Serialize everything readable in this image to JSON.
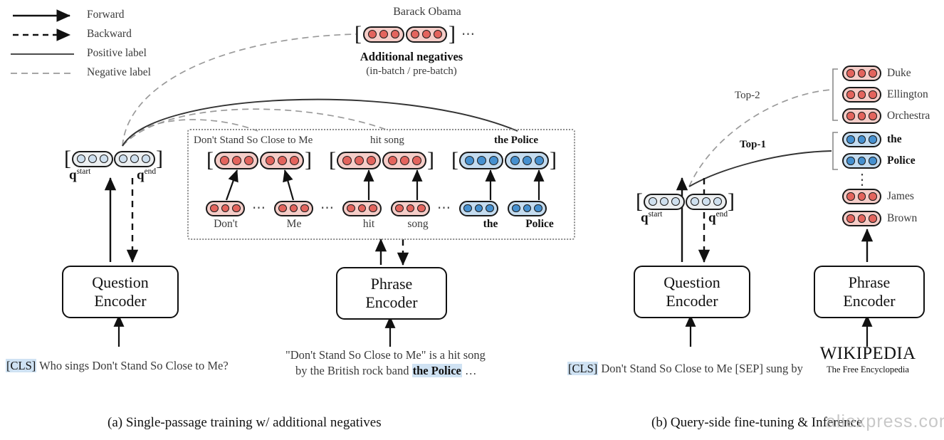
{
  "legend": {
    "items": [
      {
        "label": "Forward",
        "style": "solid-arrow",
        "color": "#111111"
      },
      {
        "label": "Backward",
        "style": "dashed-arrow",
        "color": "#111111"
      },
      {
        "label": "Positive label",
        "style": "solid-line",
        "color": "#333333"
      },
      {
        "label": "Negative label",
        "style": "dashed-line",
        "color": "#9a9a9a"
      }
    ]
  },
  "colors": {
    "red_fill": "#f6cdc8",
    "red_dot": "#e3645d",
    "blue_fill": "#c4dcf0",
    "blue_dot": "#4690cf",
    "pale_fill": "#eceff1",
    "pale_dot": "#cfe0ef",
    "highlight": "#cfe2f3",
    "negative_line": "#9a9a9a",
    "positive_line": "#333333"
  },
  "negatives": {
    "title": "Barack Obama",
    "caption": "Additional negatives",
    "subcaption": "(in-batch / pre-batch)",
    "ellipsis": "⋯",
    "open_bracket": "[",
    "close_bracket": "]"
  },
  "panel_a": {
    "caption": "(a) Single-passage training w/ additional negatives",
    "question_encoder": {
      "line1": "Question",
      "line2": "Encoder"
    },
    "phrase_encoder": {
      "line1": "Phrase",
      "line2": "Encoder"
    },
    "query_vector": {
      "open_bracket": "[",
      "close_bracket": "]",
      "start_label": "q",
      "start_sup": "start",
      "end_label": "q",
      "end_sup": "end"
    },
    "question_text": {
      "cls": "[CLS]",
      "rest": "Who sings Don't Stand So Close to Me?"
    },
    "passage_text": {
      "line1": "\"Don't Stand So Close to Me\" is a hit song",
      "line2_pre": "by the British rock band ",
      "line2_hl": "the Police",
      "line2_post": " …"
    },
    "phrase_groups": [
      {
        "title": "Don't Stand So Close to Me",
        "title_bold": false,
        "color": "red",
        "open_bracket": "[",
        "close_bracket": "]",
        "tokens": [
          {
            "word": "Don't",
            "bold": false
          },
          {
            "word": "Me",
            "bold": false
          }
        ],
        "inner_ellipsis": "⋯"
      },
      {
        "title": "hit song",
        "title_bold": false,
        "color": "red",
        "open_bracket": "[",
        "close_bracket": "]",
        "tokens": [
          {
            "word": "hit",
            "bold": false
          },
          {
            "word": "song",
            "bold": false
          }
        ],
        "inner_ellipsis": ""
      },
      {
        "title": "the Police",
        "title_bold": true,
        "color": "blue",
        "open_bracket": "[",
        "close_bracket": "]",
        "tokens": [
          {
            "word": "the",
            "bold": true
          },
          {
            "word": "Police",
            "bold": true
          }
        ],
        "inner_ellipsis": ""
      }
    ],
    "between_group_ellipsis": "⋯"
  },
  "panel_b": {
    "caption": "(b) Query-side fine-tuning & Inference",
    "question_encoder": {
      "line1": "Question",
      "line2": "Encoder"
    },
    "phrase_encoder": {
      "line1": "Phrase",
      "line2": "Encoder"
    },
    "query_vector": {
      "open_bracket": "[",
      "close_bracket": "]",
      "start_label": "q",
      "start_sup": "start",
      "end_label": "q",
      "end_sup": "end"
    },
    "question_text": {
      "cls": "[CLS]",
      "rest": "Don't Stand So Close to Me [SEP] sung by"
    },
    "rank_labels": [
      {
        "text": "Top-2",
        "bold": false,
        "kind": "negative"
      },
      {
        "text": "Top-1",
        "bold": true,
        "kind": "positive"
      }
    ],
    "results": [
      {
        "label": "Duke",
        "color": "red",
        "bold": false,
        "group": "top2"
      },
      {
        "label": "Ellington",
        "color": "red",
        "bold": false,
        "group": "top2"
      },
      {
        "label": "Orchestra",
        "color": "red",
        "bold": false,
        "group": "top2"
      },
      {
        "label": "the",
        "color": "blue",
        "bold": true,
        "group": "top1"
      },
      {
        "label": "Police",
        "color": "blue",
        "bold": true,
        "group": "top1"
      },
      {
        "label": "",
        "color": "none",
        "bold": false,
        "group": "gap"
      },
      {
        "label": "James",
        "color": "red",
        "bold": false,
        "group": "other"
      },
      {
        "label": "Brown",
        "color": "red",
        "bold": false,
        "group": "other"
      }
    ],
    "vertical_ellipsis": "⋮",
    "wikipedia": {
      "line1": "WIKIPEDIA",
      "line2": "The Free Encyclopedia"
    }
  },
  "watermark": {
    "text": "aliexpress.com"
  }
}
